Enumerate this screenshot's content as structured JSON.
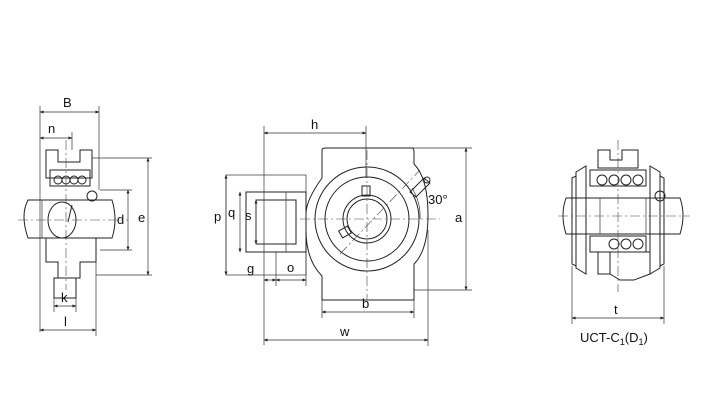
{
  "labels": {
    "B": "B",
    "n": "n",
    "d": "d",
    "e": "e",
    "k": "k",
    "l": "l",
    "h": "h",
    "p": "p",
    "q": "q",
    "s": "s",
    "g": "g",
    "o": "o",
    "b": "b",
    "w": "w",
    "a": "a",
    "angle": "30°",
    "t": "t"
  },
  "model": {
    "base": "UCT-C",
    "sub1": "1",
    "mid": "(D",
    "sub2": "1",
    "end": ")"
  }
}
